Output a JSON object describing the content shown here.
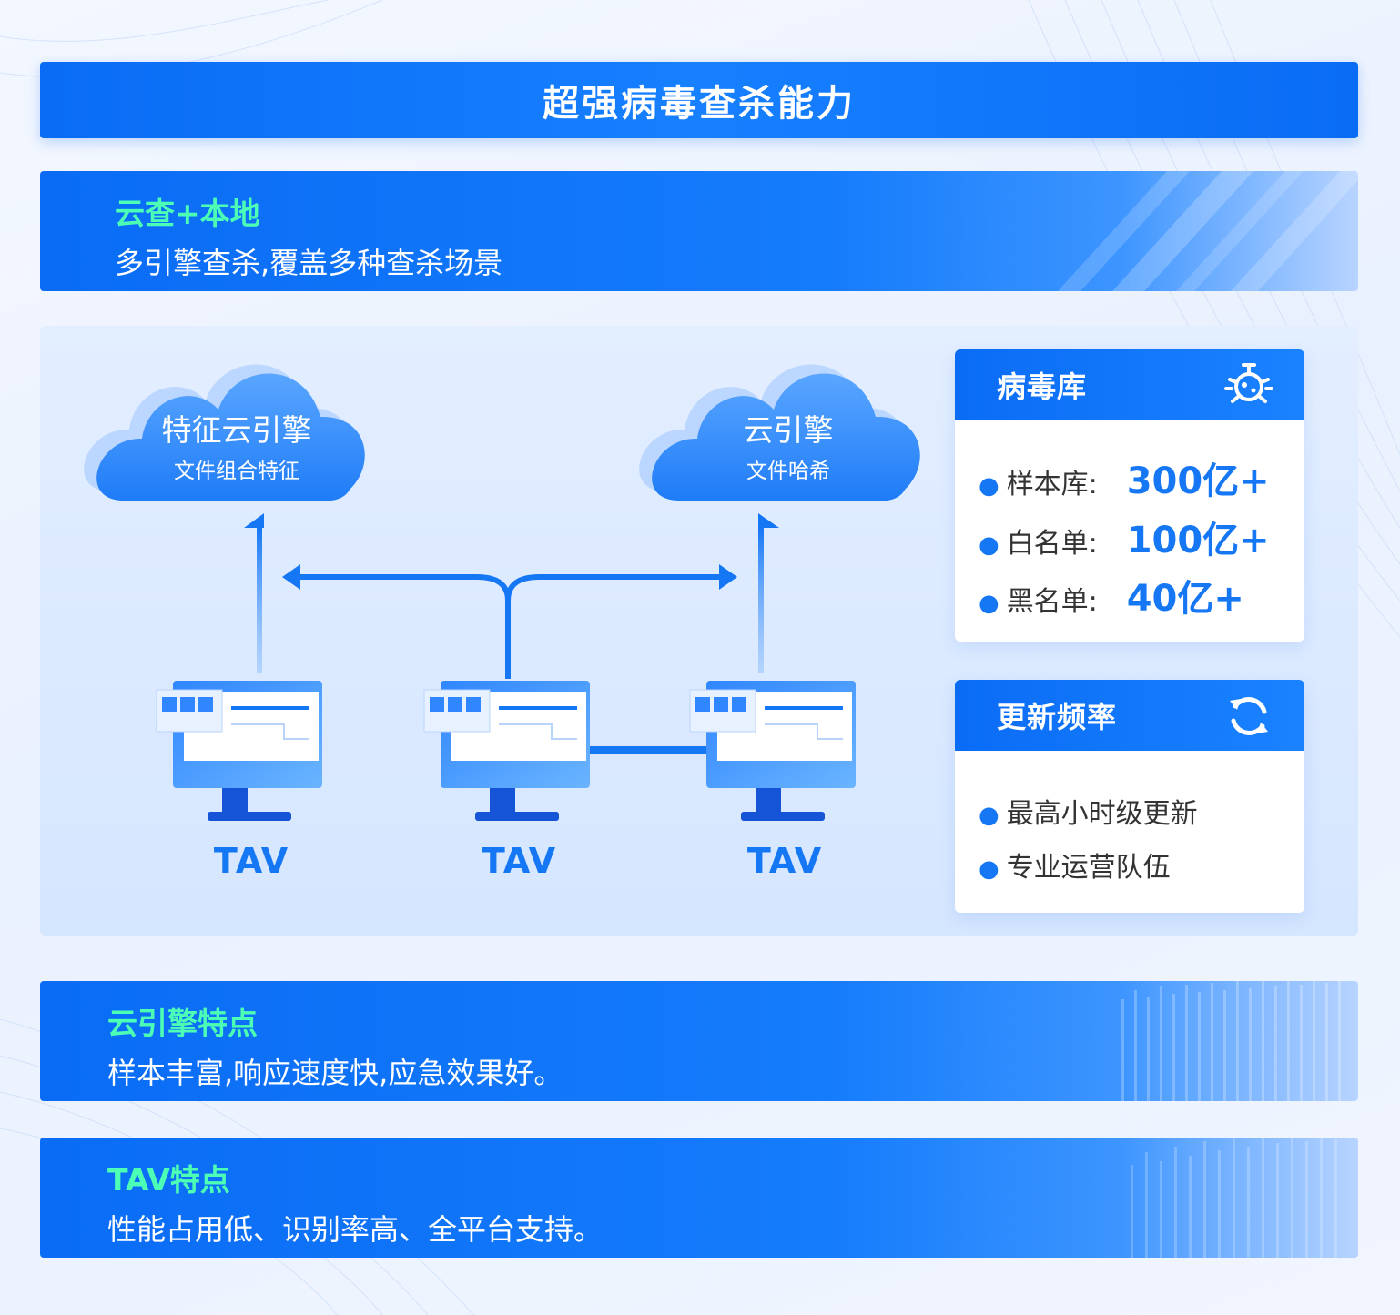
{
  "title": "超强病毒查杀能力",
  "features": [
    {
      "heading": "云查+本地",
      "description": "多引擎查杀,覆盖多种查杀场景"
    },
    {
      "heading": "云引擎特点",
      "description": "样本丰富,响应速度快,应急效果好。"
    },
    {
      "heading": "TAV特点",
      "description": "性能占用低、识别率高、全平台支持。"
    }
  ],
  "clouds": [
    {
      "title": "特征云引擎",
      "subtitle": "文件组合特征"
    },
    {
      "title": "云引擎",
      "subtitle": "文件哈希"
    }
  ],
  "nodes": [
    "TAV",
    "TAV",
    "TAV"
  ],
  "virus_db": {
    "title": "病毒库",
    "icon": "virus-icon",
    "stats": [
      {
        "label": "样本库:",
        "value": "300亿+"
      },
      {
        "label": "白名单:",
        "value": "100亿+"
      },
      {
        "label": "黑名单:",
        "value": "40亿+"
      }
    ]
  },
  "update_freq": {
    "title": "更新频率",
    "icon": "refresh-icon",
    "items": [
      "最高小时级更新",
      "专业运营队伍"
    ]
  },
  "colors": {
    "primary": "#0a6cf5",
    "accent_green": "#4dffb4",
    "value_blue": "#1677f5"
  }
}
